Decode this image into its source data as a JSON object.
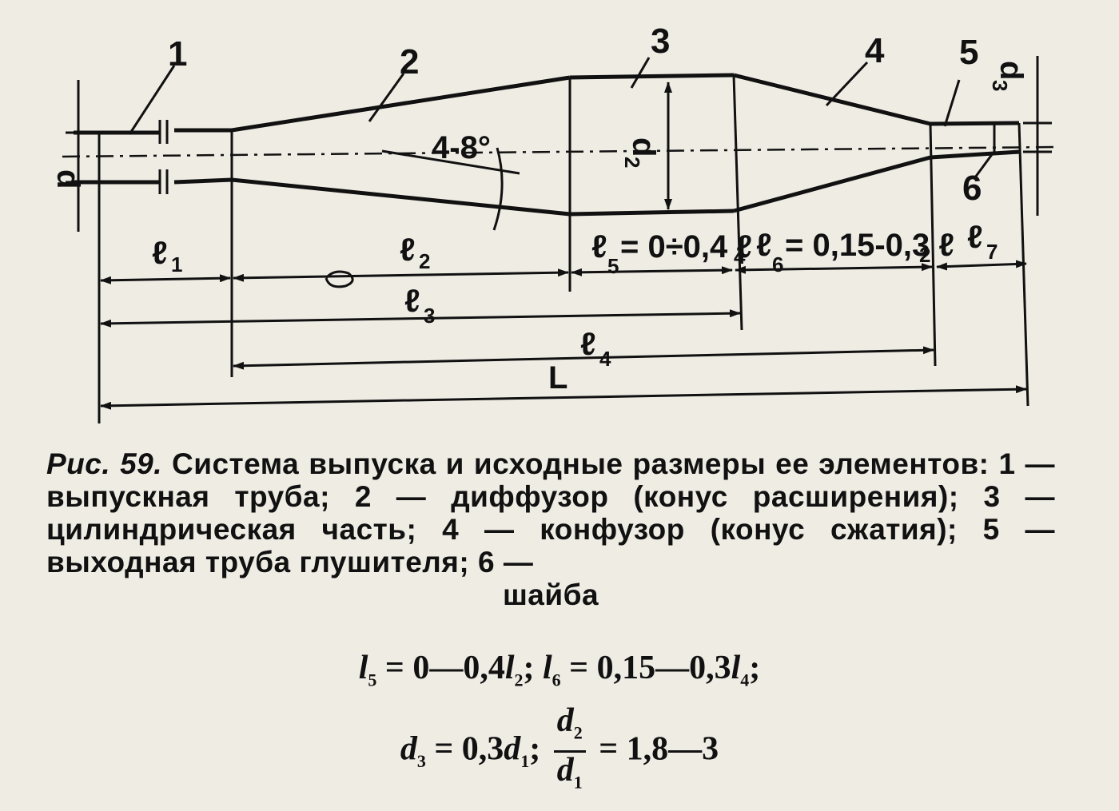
{
  "diagram": {
    "part_numbers": [
      "1",
      "2",
      "3",
      "4",
      "5",
      "6"
    ],
    "angle_label": "4-8°",
    "diameter_labels": {
      "d1": "d",
      "d2": "d",
      "d2_sub": "2",
      "d3": "d",
      "d3_sub": "3"
    },
    "dimension_labels": {
      "l1": "ℓ",
      "l1_sub": "1",
      "l2": "ℓ",
      "l2_sub": "2",
      "l3": "ℓ",
      "l3_sub": "3",
      "l4": "ℓ",
      "l4_sub": "4",
      "l5": "ℓ",
      "l5_sub": "5",
      "l5_value": "= 0÷0,4 ℓ",
      "l5_value_sub": "4",
      "l6": "ℓ",
      "l6_sub": "6",
      "l6_value": "= 0,15-0,3 ℓ",
      "l6_value_sub": "2",
      "l7": "ℓ",
      "l7_sub": "7",
      "L": "L"
    }
  },
  "caption": {
    "figure_label": "Рис. 59.",
    "text": "Система выпуска и исходные размеры ее элементов: 1 — выпускная труба; 2 — диффузор (конус расширения); 3 — цилиндрическая часть; 4 — конфузор (конус сжатия); 5 — выходная труба глушителя; 6 —",
    "last_line": "шайба"
  },
  "formulas": {
    "line1": {
      "a": "l",
      "a_sub": "5",
      "a_rhs": "= 0—0,4",
      "b": "l",
      "b_sub": "2",
      "sep": ";",
      "c": "l",
      "c_sub": "6",
      "c_rhs": "= 0,15—0,3",
      "d": "l",
      "d_sub": "4",
      "end": ";"
    },
    "line2": {
      "a": "d",
      "a_sub": "3",
      "a_rhs": "= 0,3",
      "b": "d",
      "b_sub": "1",
      "sep": ";",
      "num": "d",
      "num_sub": "2",
      "den": "d",
      "den_sub": "1",
      "rhs": "= 1,8—3"
    }
  }
}
